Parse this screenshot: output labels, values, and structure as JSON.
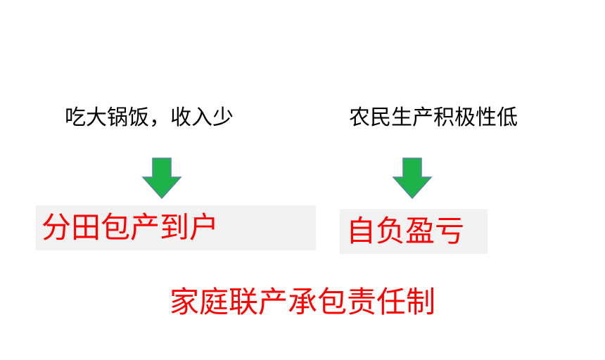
{
  "problems": {
    "left": "吃大锅饭，收入少",
    "right": "农民生产积极性低"
  },
  "solutions": {
    "left": "分田包产到户",
    "right": "自负盈亏"
  },
  "conclusion": "家庭联产承包责任制",
  "arrow": {
    "icon": "arrow-down-icon",
    "fill": "#1eb24a",
    "stroke": "#5b7fa6"
  },
  "colors": {
    "highlight_text": "#ff0000",
    "box_background": "#f2f2f2"
  }
}
